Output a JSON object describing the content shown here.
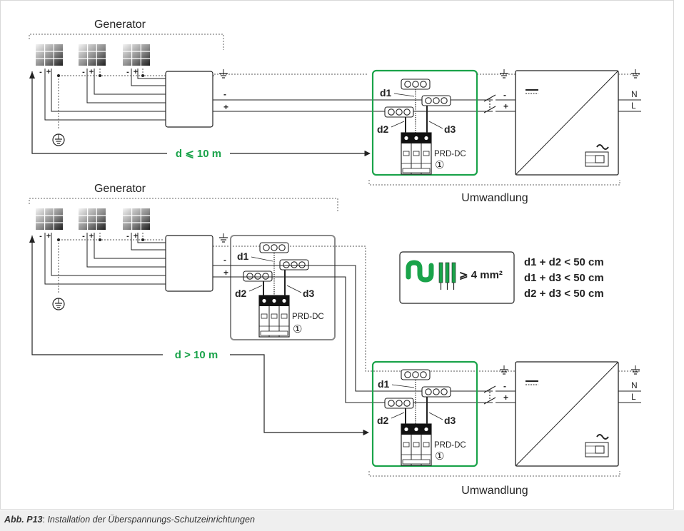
{
  "colors": {
    "accent_green": "#1aa34a",
    "line": "#222222",
    "grey_box": "#8a8a8a"
  },
  "upper": {
    "generator_label": "Generator",
    "distance_label": "d ⩽ 10 m",
    "conversion_label": "Umwandlung",
    "spd": {
      "d1": "d1",
      "d2": "d2",
      "d3": "d3",
      "device": "PRD-DC",
      "number": "①"
    },
    "polarity": {
      "minus": "-",
      "plus": "+"
    },
    "ac": {
      "N": "N",
      "L": "L"
    },
    "inverter_dc_symbol": "dc-symbol-icon",
    "inverter_ac_symbol": "ac-symbol-icon"
  },
  "lower": {
    "generator_label": "Generator",
    "distance_label": "d > 10 m",
    "conversion_label": "Umwandlung",
    "spd_generator": {
      "d1": "d1",
      "d2": "d2",
      "d3": "d3",
      "device": "PRD-DC",
      "number": "①"
    },
    "spd_inverter": {
      "d1": "d1",
      "d2": "d2",
      "d3": "d3",
      "device": "PRD-DC",
      "number": "①"
    },
    "polarity": {
      "minus": "-",
      "plus": "+"
    },
    "ac": {
      "N": "N",
      "L": "L"
    }
  },
  "legend": {
    "cable_section": "⩾ 4 mm²",
    "rules": [
      "d1 + d2 < 50 cm",
      "d1 + d3 < 50 cm",
      "d2 + d3 < 50 cm"
    ]
  },
  "caption": {
    "figure_id": "Abb. P13",
    "separator": ": ",
    "text": "Installation der Überspannungs-Schutzeinrichtungen"
  }
}
